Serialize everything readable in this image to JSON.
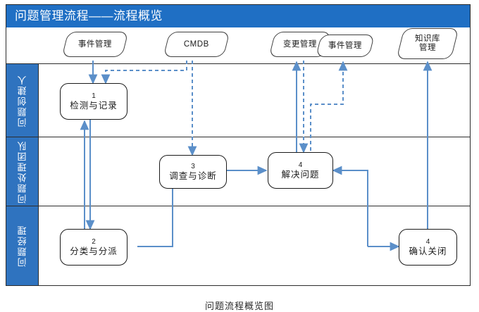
{
  "title": "问题管理流程——流程概览",
  "caption": "问题流程概览图",
  "colors": {
    "title_band": "#1f6fc4",
    "lane_label": "#2f73bf",
    "connector": "#5b8fc9",
    "node_border": "#1a1a1a",
    "frame": "#2c2c2c"
  },
  "sources": [
    {
      "id": "incident-mgmt-left",
      "label": "事件管理"
    },
    {
      "id": "cmdb",
      "label": "CMDB"
    },
    {
      "id": "change-mgmt",
      "label": "变更管理"
    },
    {
      "id": "incident-mgmt-right",
      "label": "事件管理"
    },
    {
      "id": "knowledge-base",
      "label1": "知识库",
      "label2": "管理"
    }
  ],
  "lanes": [
    {
      "id": "problem-creator",
      "label": "问题创建人"
    },
    {
      "id": "problem-team",
      "label": "问题处理团队"
    },
    {
      "id": "problem-manager",
      "label": "问题经理"
    }
  ],
  "steps": [
    {
      "id": "detect-record",
      "num": "1",
      "label": "检测与记录",
      "lane": "problem-creator"
    },
    {
      "id": "classify-assign",
      "num": "2",
      "label": "分类与分派",
      "lane": "problem-manager"
    },
    {
      "id": "investigate-diagnose",
      "num": "3",
      "label": "调查与诊断",
      "lane": "problem-team"
    },
    {
      "id": "resolve-problem",
      "num": "4",
      "label": "解决问题",
      "lane": "problem-team"
    },
    {
      "id": "confirm-close",
      "num": "4",
      "label": "确认关闭",
      "lane": "problem-manager"
    }
  ]
}
